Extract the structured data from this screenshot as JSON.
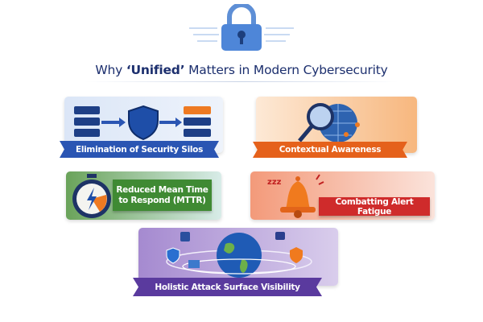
{
  "title": {
    "prefix": "Why ",
    "emphasis": "‘Unified’",
    "suffix": " Matters in Modern Cybersecurity"
  },
  "icons": [
    "padlock-icon",
    "server-icon",
    "shield-icon",
    "magnifier-globe-icon",
    "stopwatch-lightning-icon",
    "alarm-bell-icon",
    "globe-network-icon"
  ],
  "cards": [
    {
      "label": "Elimination of Security Silos",
      "color": "#2a55b3"
    },
    {
      "label": "Contextual Awareness",
      "color": "#e5611b"
    },
    {
      "label_line1": "Reduced Mean Time",
      "label_line2": "to Respond (MTTR)",
      "color": "#3f8a33"
    },
    {
      "label": "Combatting Alert Fatigue",
      "color": "#cf2b2b"
    },
    {
      "label": "Holistic Attack Surface Visibility",
      "color": "#5a3a9e"
    }
  ]
}
